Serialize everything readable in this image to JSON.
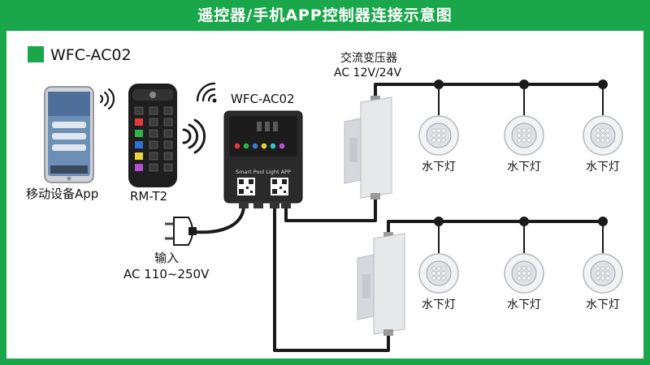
{
  "title": "遥控器/手机APP控制器连接示意图",
  "model_heading": "WFC-AC02",
  "controller": {
    "label": "WFC-AC02",
    "app_caption": "Smart Pool Light APP"
  },
  "phone": {
    "label": "移动设备App"
  },
  "remote": {
    "label": "RM-T2"
  },
  "transformer": {
    "label": "交流变压器",
    "voltage": "AC 12V/24V"
  },
  "power_input": {
    "label": "输入",
    "voltage": "AC 110~250V"
  },
  "lamps": [
    {
      "label": "水下灯"
    },
    {
      "label": "水下灯"
    },
    {
      "label": "水下灯"
    },
    {
      "label": "水下灯"
    },
    {
      "label": "水下灯"
    },
    {
      "label": "水下灯"
    }
  ],
  "colors": {
    "accent": "#1aa64a",
    "wire": "#1a1a1a",
    "device": "#2a2a2a"
  },
  "icons": [
    "wifi-icon",
    "signal-waves-icon",
    "plug-icon",
    "qr-code-icon",
    "lamp-icon"
  ]
}
